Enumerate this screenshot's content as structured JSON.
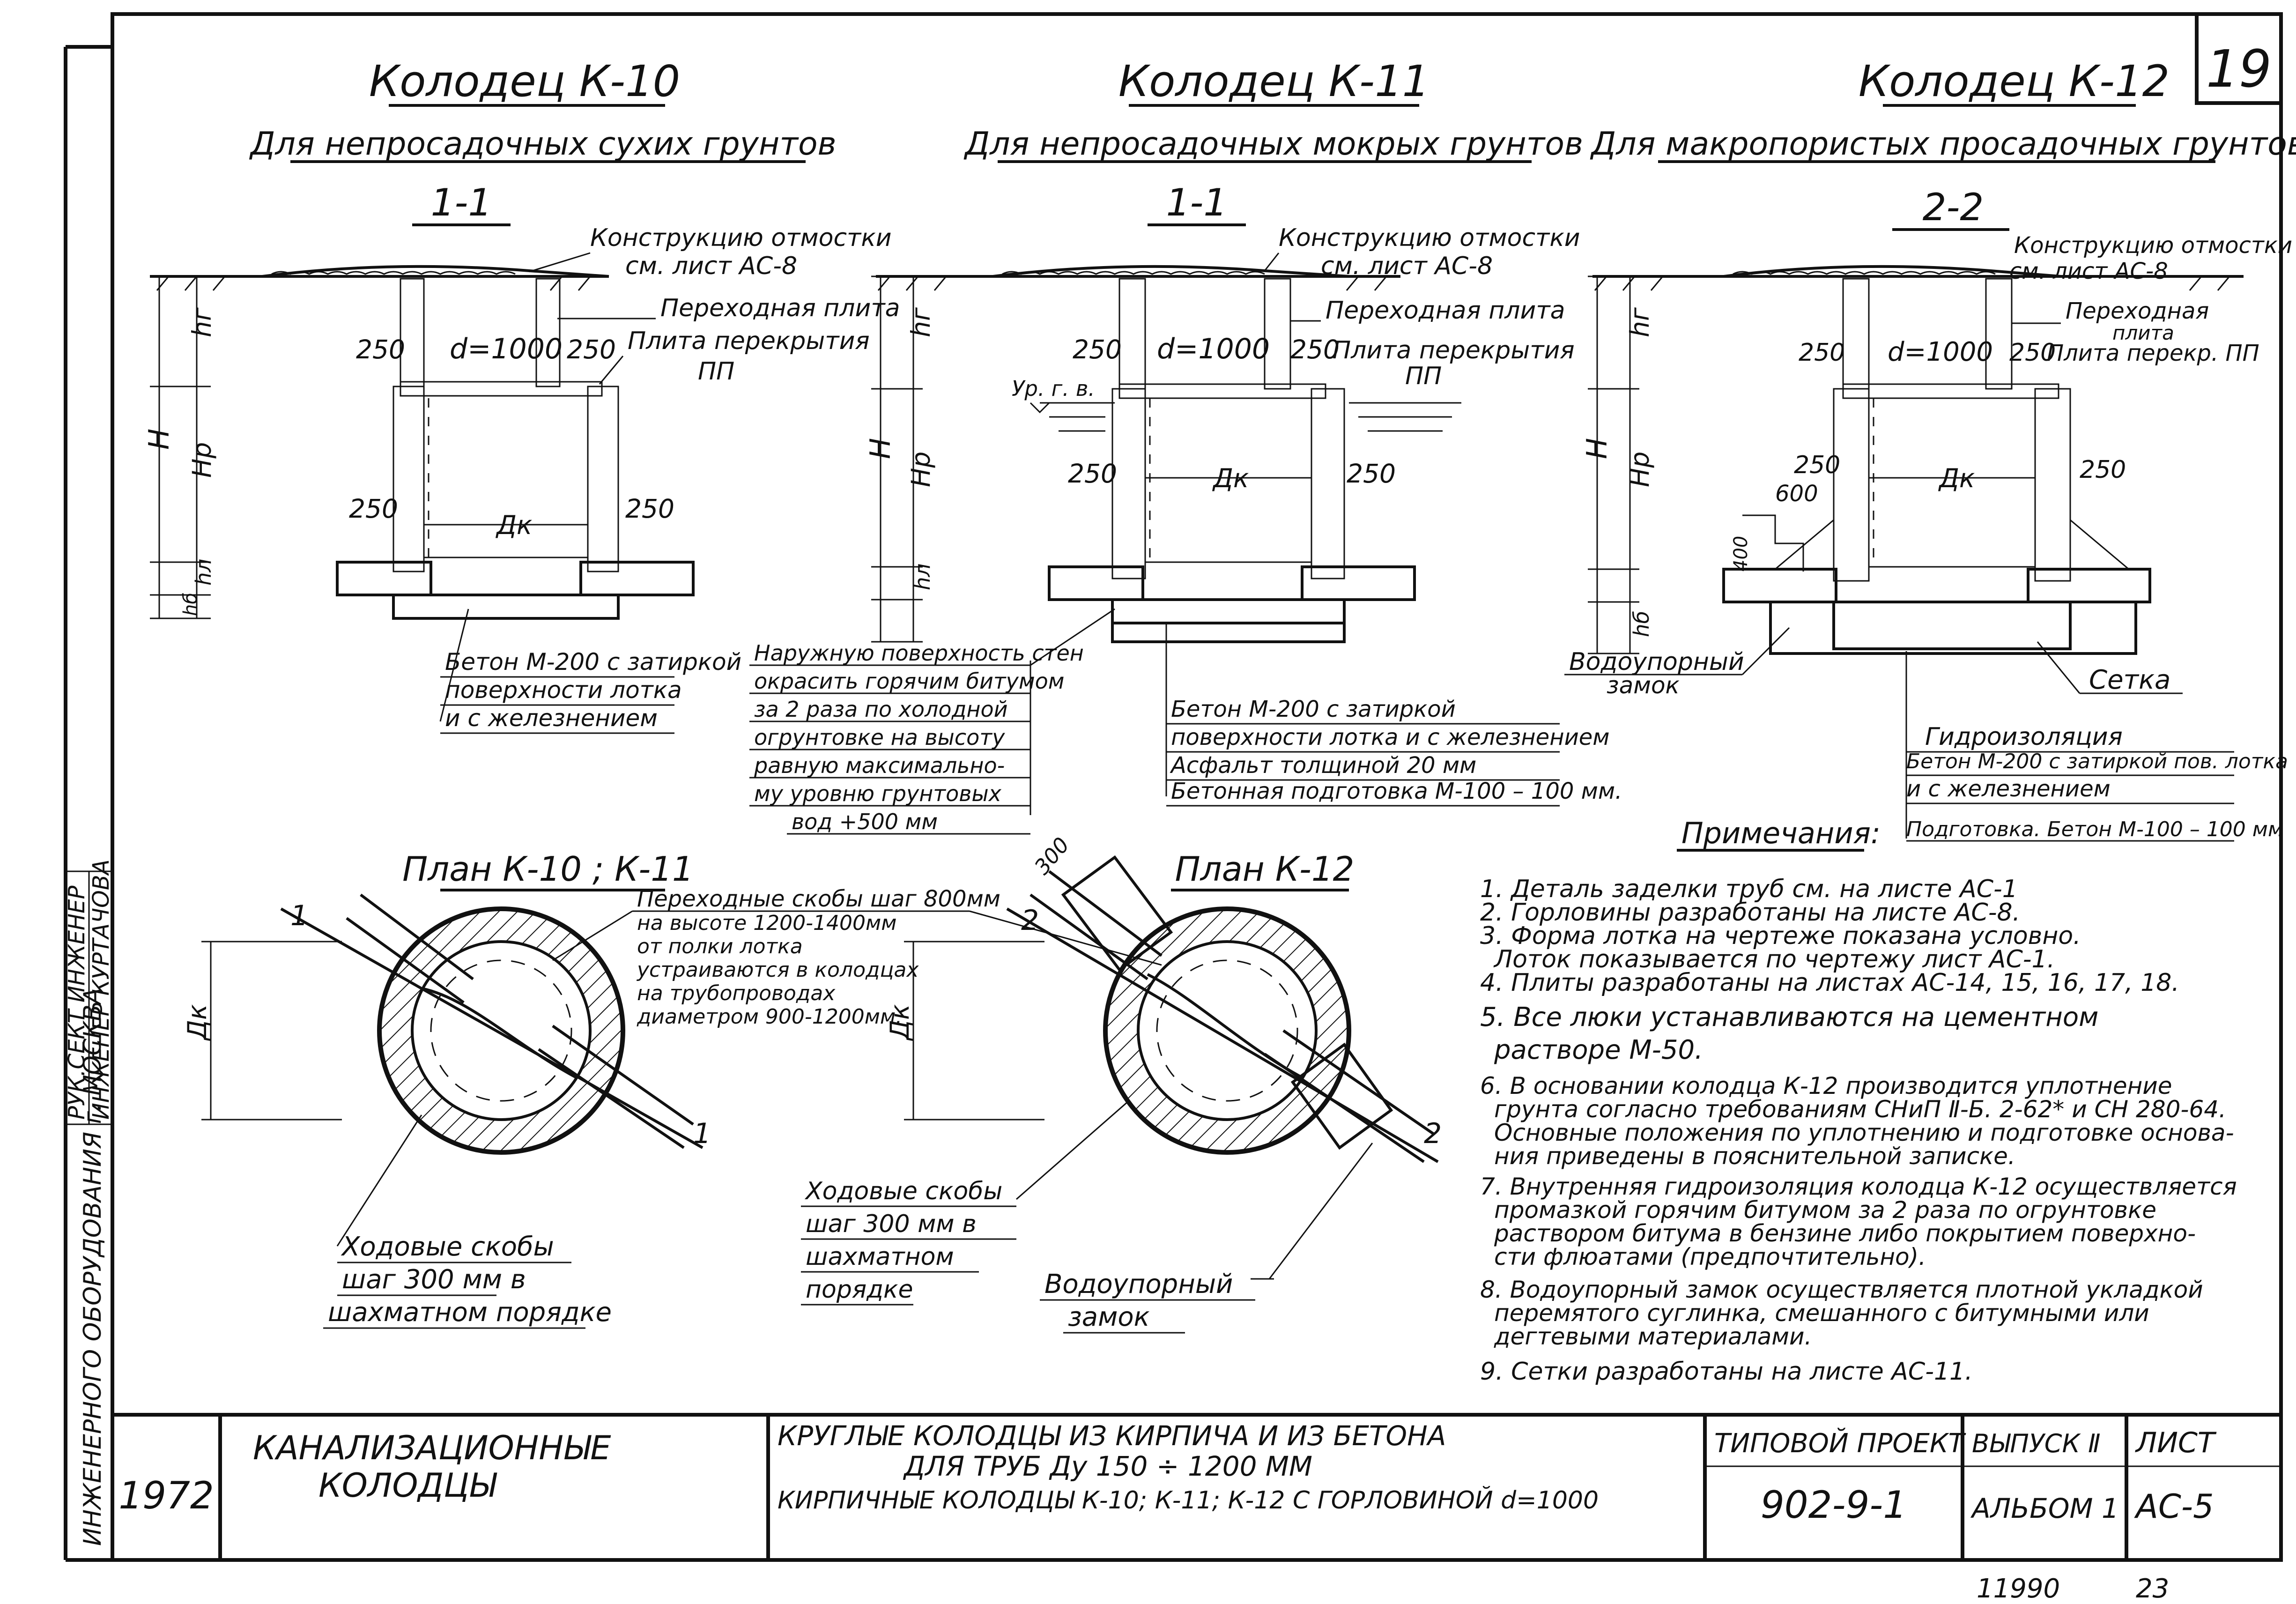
{
  "sheet": {
    "page_number": "19",
    "bottom_numbers": [
      "11990",
      "23"
    ]
  },
  "stamp_side": {
    "rows": [
      "ИНЖЕНЕРНОГО ОБОРУДОВАНИЯ г. МОСКВА",
      "РУК.СЕКТ ИНЖЕНЕР",
      "ИНЖЕНЕР КУРТАЧОВА"
    ]
  },
  "wells": {
    "k10": {
      "title": "Колодец К-10",
      "subtitle": "Для непросадочных сухих грунтов",
      "section": "1-1"
    },
    "k11": {
      "title": "Колодец К-11",
      "subtitle": "Для непросадочных мокрых грунтов",
      "section": "1-1"
    },
    "k12": {
      "title": "Колодец К-12",
      "subtitle": "Для макропористых просадочных грунтов",
      "section": "2-2"
    }
  },
  "labels": {
    "otmostka": "Конструкцию отмостки",
    "otmostka_ref": "см. лист АС-8",
    "perekhodnaya": "Переходная плита",
    "plita": "Плита перекрытия",
    "pp": "ПП",
    "perekhodnaya_k12_a": "Переходная",
    "perekhodnaya_k12_b": "плита",
    "plita_k12": "Плита перекр. ПП",
    "dim_250": "250",
    "dim_600": "600",
    "dim_400": "400",
    "d1000": "d=1000",
    "Dk": "Дк",
    "H": "Н",
    "hr": "hг",
    "Hp": "Нр",
    "hl": "hл",
    "hb": "hб",
    "ugv": "Ур. г. в.",
    "beton_k10": [
      "Бетон М-200 с затиркой",
      "поверхности лотка",
      "и с железнением"
    ],
    "naruzh": [
      "Наружную поверхность стен",
      "окрасить горячим битумом",
      "за 2 раза по холодной",
      "огрунтовке на высоту",
      "равную максимально-",
      "му уровню грунтовых",
      "вод +500 мм"
    ],
    "beton_k11": [
      "Бетон М-200 с затиркой",
      "поверхности лотка и с железнением",
      "Асфальт толщиной 20 мм",
      "Бетонная подготовка М-100 – 100 мм."
    ],
    "vodoupor": [
      "Водоупорный",
      "замок"
    ],
    "setka": "Сетка",
    "k12_layers": [
      "Гидроизоляция",
      "Бетон М-200 с затиркой пов. лотка",
      "и с железнением",
      "Подготовка. Бетон М-100 – 100 мм"
    ]
  },
  "plans": {
    "plan_k10": "План К-10 ; К-11",
    "plan_k12": "План К-12",
    "cut_1": "1",
    "cut_2": "2",
    "skoby_note": [
      "Переходные скобы шаг 800мм",
      "на высоте 1200-1400мм",
      "от полки лотка",
      "устраиваются в колодцах",
      "на трубопроводах",
      "диаметром 900-1200мм."
    ],
    "dim_300": "300",
    "khod_left": [
      "Ходовые скобы",
      "шаг 300 мм в",
      "шахматном порядке"
    ],
    "khod_mid": [
      "Ходовые скобы",
      "шаг 300 мм в",
      "шахматном",
      "порядке"
    ],
    "vodoupor_plan": [
      "Водоупорный",
      "замок"
    ]
  },
  "notes": {
    "heading": "Примечания:",
    "items": [
      "1. Деталь заделки труб см. на листе АС-1",
      "2. Горловины разработаны на листе АС-8.",
      "3. Форма лотка на чертеже показана условно.",
      "Лоток показывается по чертежу лист АС-1.",
      "4. Плиты разработаны на листах АС-14, 15, 16, 17, 18.",
      "5. Все люки устанавливаются на цементном",
      "растворе М-50.",
      "6. В основании колодца К-12 производится уплотнение",
      "грунта согласно требованиям СНиП Ⅱ-Б. 2-62* и СН 280-64.",
      "Основные положения по уплотнению и подготовке основа-",
      "ния приведены в пояснительной записке.",
      "7. Внутренняя гидроизоляция колодца К-12 осуществляется",
      "промазкой горячим битумом за 2 раза по огрунтовке",
      "раствором битума в бензине либо покрытием поверхно-",
      "сти флюатами (предпочтительно).",
      "8. Водоупорный замок осуществляется плотной укладкой",
      "перемятого суглинка, смешанного с битумными или",
      "дегтевыми материалами.",
      "9. Сетки разработаны на листе АС-11."
    ]
  },
  "title_block": {
    "year": "1972",
    "name": [
      "КАНАЛИЗАЦИОННЫЕ",
      "КОЛОДЦЫ"
    ],
    "description": [
      "КРУГЛЫЕ КОЛОДЦЫ ИЗ КИРПИЧА И ИЗ БЕТОНА",
      "ДЛЯ ТРУБ Ду 150 ÷ 1200 ММ",
      "КИРПИЧНЫЕ КОЛОДЦЫ К-10; К-11; К-12 С ГОРЛОВИНОЙ d=1000"
    ],
    "project_label": "ТИПОВОЙ ПРОЕКТ",
    "project_number": "902-9-1",
    "issue_label": "ВЫПУСК Ⅱ",
    "album_label": "АЛЬБОМ 1",
    "sheet_label": "ЛИСТ",
    "sheet_code": "АС-5"
  }
}
